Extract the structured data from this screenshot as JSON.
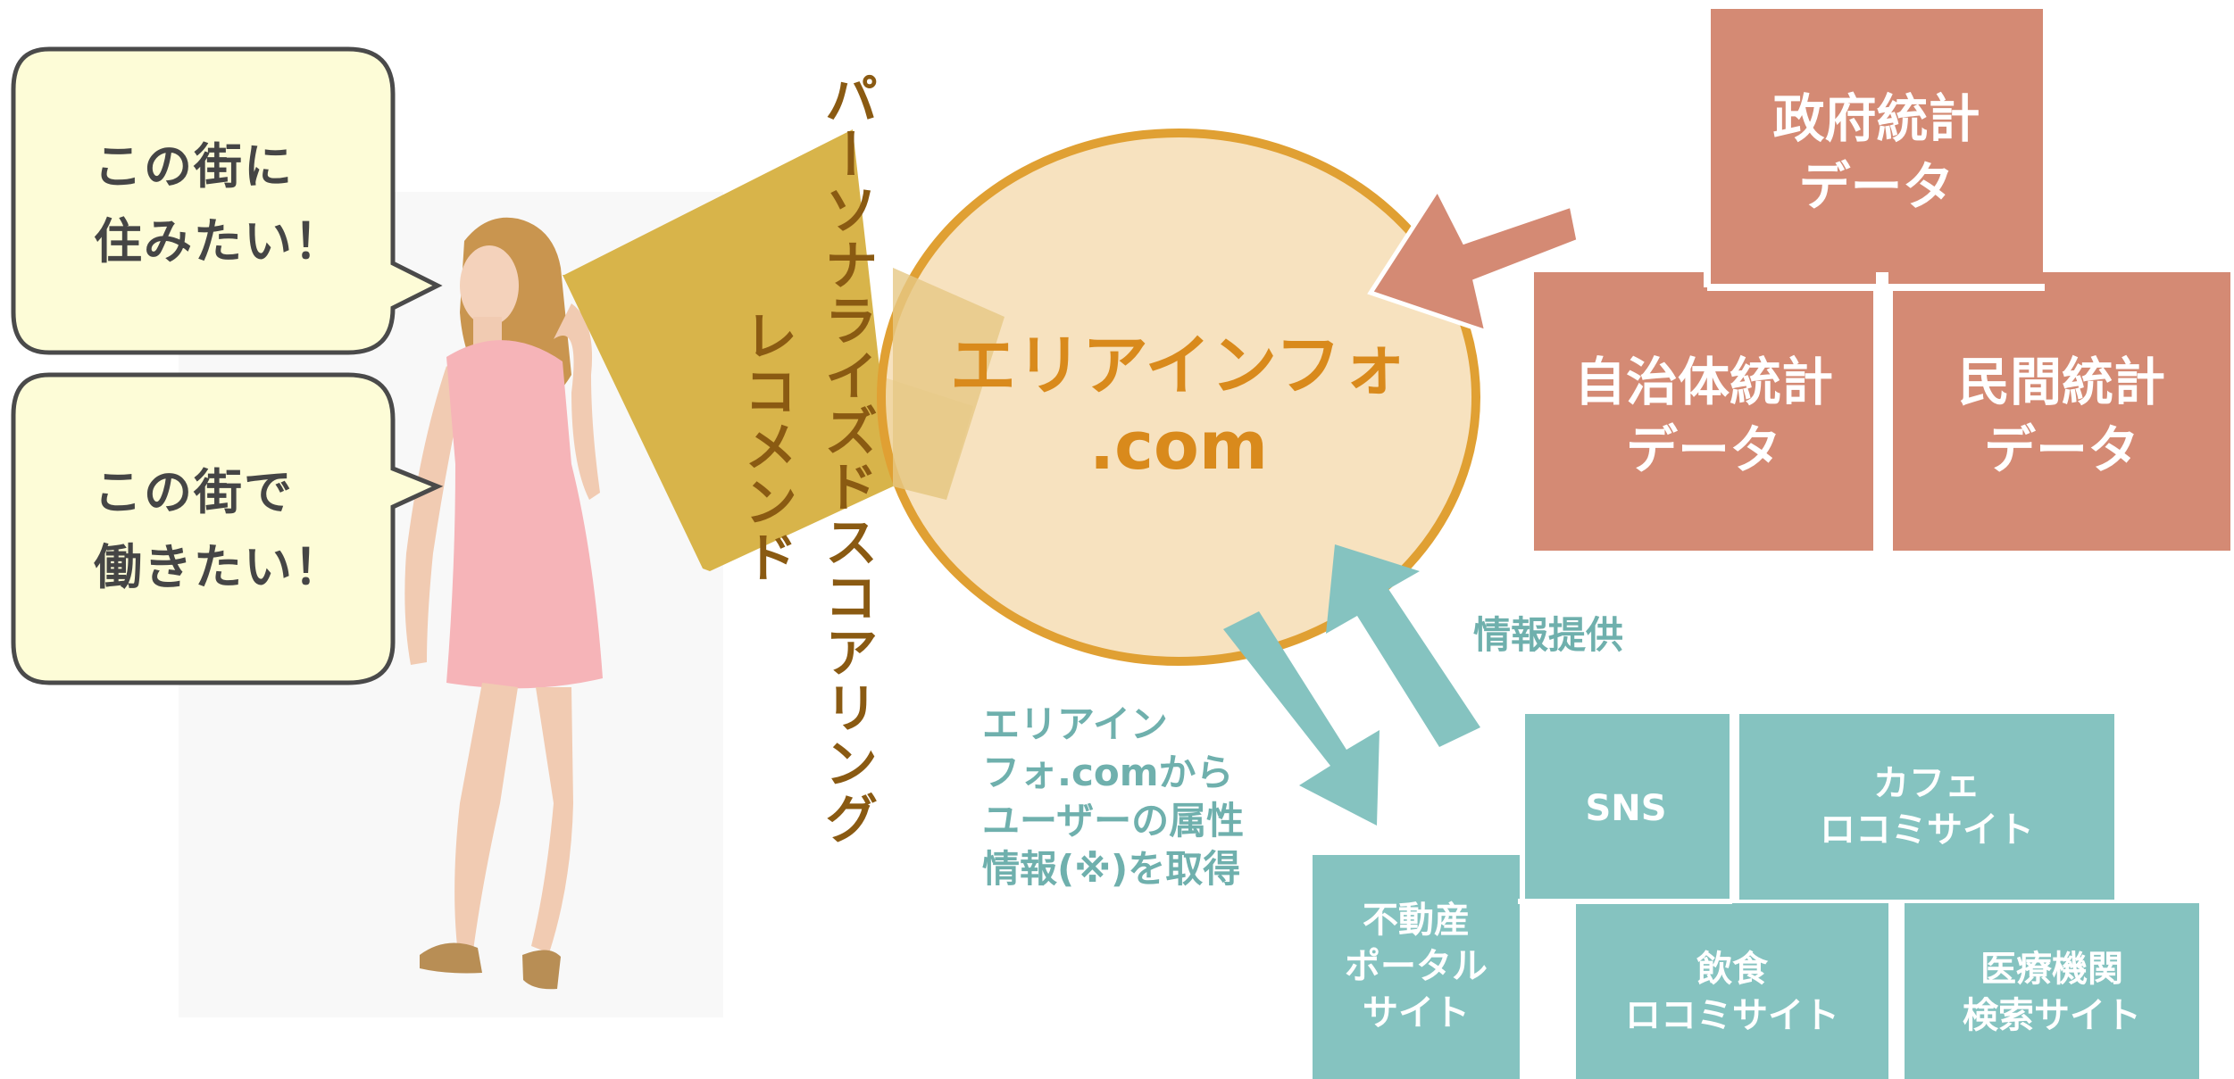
{
  "bubbles": [
    {
      "line1": "この街に",
      "line2": "住みたい！"
    },
    {
      "line1": "この街で",
      "line2": "働きたい！"
    }
  ],
  "recommend": {
    "line1": "パーソナライズドスコアリング",
    "line2": "レコメンド"
  },
  "center": {
    "line1": "エリアインフォ",
    "line2": ".com"
  },
  "stats": [
    {
      "line1": "政府統計",
      "line2": "データ"
    },
    {
      "line1": "自治体統計",
      "line2": "データ"
    },
    {
      "line1": "民間統計",
      "line2": "データ"
    }
  ],
  "provide_label": "情報提供",
  "acquire_label": [
    "エリアイン",
    "フォ.comから",
    "ユーザーの属性",
    "情報(※)を取得"
  ],
  "sources": [
    {
      "lines": [
        "SNS"
      ]
    },
    {
      "lines": [
        "カフェ",
        "ロコミサイト"
      ]
    },
    {
      "lines": [
        "不動産",
        "ポータル",
        "サイト"
      ]
    },
    {
      "lines": [
        "飲食",
        "ロコミサイト"
      ]
    },
    {
      "lines": [
        "医療機関",
        "検索サイト"
      ]
    }
  ],
  "colors": {
    "stats_box": "#d48a74",
    "source_box": "#85c3c0",
    "circle_fill": "#f6ddb4",
    "circle_stroke": "#e0a033",
    "recommend_arrow": "#d8b44a",
    "bubble_fill": "#fdfcd7",
    "bubble_stroke": "#4a4a4a",
    "stats_arrow": "#d48a74",
    "teal_arrow": "#85c3c0"
  },
  "icons": {
    "person": "woman-figure-icon"
  }
}
